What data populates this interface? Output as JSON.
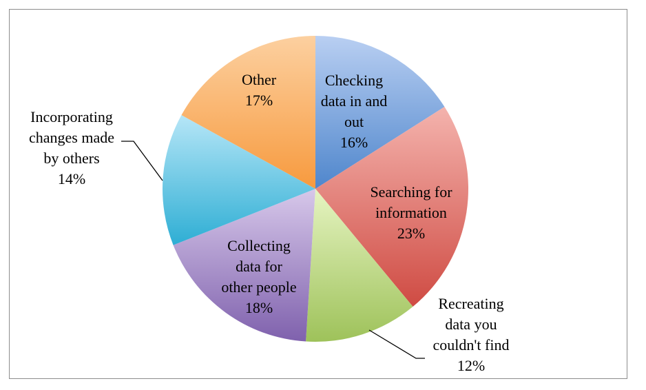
{
  "chart_data": {
    "type": "pie",
    "start_angle_deg": 0,
    "direction": "clockwise",
    "slices": [
      {
        "label": "Checking data in and out",
        "value": 16,
        "pct_label": "16%",
        "label_lines": [
          "Checking",
          "data in and",
          "out"
        ],
        "color_light": "#b9cff2",
        "color_dark": "#4f86cc"
      },
      {
        "label": "Searching for information",
        "value": 23,
        "pct_label": "23%",
        "label_lines": [
          "Searching for",
          "information"
        ],
        "color_light": "#f4b3ad",
        "color_dark": "#cf4b43"
      },
      {
        "label": "Recreating data you couldn't find",
        "value": 12,
        "pct_label": "12%",
        "label_lines": [
          "Recreating",
          "data you",
          "couldn't find"
        ],
        "color_light": "#e6f4c2",
        "color_dark": "#9ec25a"
      },
      {
        "label": "Collecting data for other people",
        "value": 18,
        "pct_label": "18%",
        "label_lines": [
          "Collecting",
          "data for",
          "other people"
        ],
        "color_light": "#d7c8ea",
        "color_dark": "#7f61ad"
      },
      {
        "label": "Incorporating changes made by others",
        "value": 14,
        "pct_label": "14%",
        "label_lines": [
          "Incorporating",
          "changes made",
          "by others"
        ],
        "color_light": "#b6e6f7",
        "color_dark": "#2eaed4"
      },
      {
        "label": "Other",
        "value": 17,
        "pct_label": "17%",
        "label_lines": [
          "Other"
        ],
        "color_light": "#fcd0a0",
        "color_dark": "#f79a3e"
      }
    ]
  }
}
